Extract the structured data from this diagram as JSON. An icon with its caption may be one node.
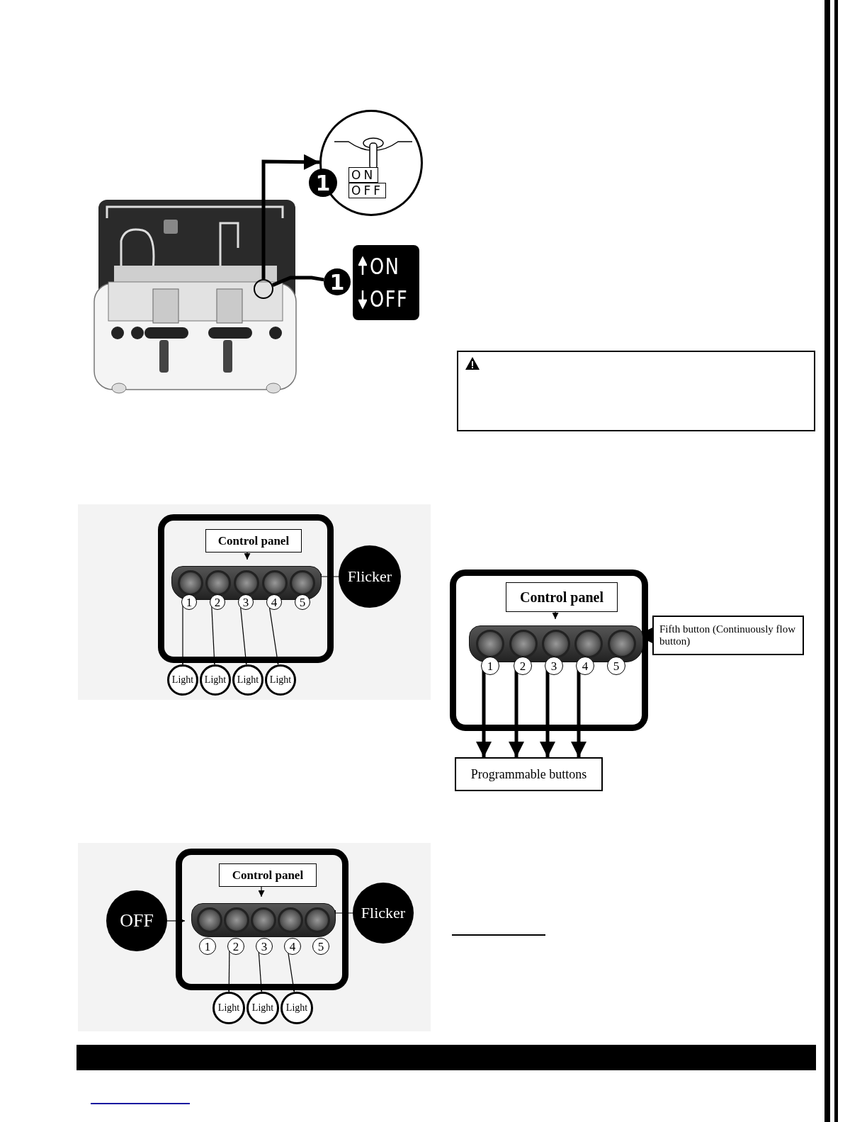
{
  "diagram": {
    "nodes": [
      {
        "text": [],
        "shape": "circle"
      },
      {
        "text": [
          "ON",
          "OFF"
        ]
      },
      {
        "text": [
          "1"
        ]
      },
      {
        "text": [
          "ON",
          "OFF"
        ]
      },
      {
        "text": [],
        "shape": "box"
      },
      {
        "text": [
          "Control panel"
        ],
        "in": 4
      },
      {
        "text": [],
        "shape": "bar",
        "in": 4
      },
      {
        "text": [
          "1"
        ],
        "in": 4
      },
      {
        "text": [
          "2"
        ],
        "in": 4
      },
      {
        "text": [
          "3"
        ],
        "in": 4
      },
      {
        "text": [
          "4"
        ],
        "in": 4
      },
      {
        "text": [
          "5"
        ],
        "in": 4
      },
      {
        "text": [
          "Flicker"
        ]
      },
      {
        "text": [
          "Light"
        ]
      },
      {
        "text": [
          "Light"
        ]
      },
      {
        "text": [
          "Light"
        ]
      },
      {
        "text": [
          "Light"
        ]
      },
      {
        "text": [],
        "shape": "box"
      },
      {
        "text": [
          "Control panel"
        ],
        "in": 17
      },
      {
        "text": [],
        "shape": "bar",
        "in": 17
      },
      {
        "text": [
          "1"
        ],
        "in": 17
      },
      {
        "text": [
          "2"
        ],
        "in": 17
      },
      {
        "text": [
          "3"
        ],
        "in": 17
      },
      {
        "text": [
          "4"
        ],
        "in": 17
      },
      {
        "text": [
          "5"
        ],
        "in": 17
      },
      {
        "text": [
          "OFF"
        ]
      },
      {
        "text": [
          "Flicker"
        ]
      },
      {
        "text": [
          "Light"
        ]
      },
      {
        "text": [
          "Light"
        ]
      },
      {
        "text": [
          "Light"
        ]
      },
      {
        "text": [],
        "shape": "box"
      },
      {
        "text": [
          "Control panel"
        ],
        "in": 30
      },
      {
        "text": [],
        "shape": "bar",
        "in": 30
      },
      {
        "text": [
          "1"
        ],
        "in": 30
      },
      {
        "text": [
          "2"
        ],
        "in": 30
      },
      {
        "text": [
          "3"
        ],
        "in": 30
      },
      {
        "text": [
          "4"
        ],
        "in": 30
      },
      {
        "text": [
          "5"
        ],
        "in": 30
      },
      {
        "text": [
          "Fifth button (Continuously flow button)"
        ]
      },
      {
        "text": [
          "Programmable buttons"
        ]
      }
    ],
    "edges": [
      {
        "from": 0,
        "to": 1,
        "arrow": "to",
        "style": "thick"
      },
      {
        "from": 0,
        "to": 2,
        "arrow": "none",
        "style": "thick"
      },
      {
        "from": 5,
        "to": 6,
        "arrow": "to"
      },
      {
        "from": 12,
        "to": 6,
        "arrow": "to"
      },
      {
        "from": 7,
        "to": 13,
        "arrow": "to"
      },
      {
        "from": 8,
        "to": 14,
        "arrow": "to"
      },
      {
        "from": 9,
        "to": 15,
        "arrow": "to"
      },
      {
        "from": 10,
        "to": 16,
        "arrow": "to"
      },
      {
        "from": 18,
        "to": 19,
        "arrow": "to"
      },
      {
        "from": 25,
        "to": 19,
        "arrow": "to"
      },
      {
        "from": 26,
        "to": 19,
        "arrow": "to"
      },
      {
        "from": 21,
        "to": 27,
        "arrow": "to"
      },
      {
        "from": 22,
        "to": 28,
        "arrow": "to"
      },
      {
        "from": 23,
        "to": 29,
        "arrow": "to"
      },
      {
        "from": 31,
        "to": 32,
        "arrow": "to"
      },
      {
        "from": 38,
        "to": 32,
        "arrow": "to",
        "style": "thick"
      },
      {
        "from": 33,
        "to": 39,
        "arrow": "to",
        "style": "thick"
      },
      {
        "from": 34,
        "to": 39,
        "arrow": "to",
        "style": "thick"
      },
      {
        "from": 35,
        "to": 39,
        "arrow": "to",
        "style": "thick"
      },
      {
        "from": 36,
        "to": 39,
        "arrow": "to",
        "style": "thick"
      }
    ],
    "labels": [
      "1"
    ]
  }
}
